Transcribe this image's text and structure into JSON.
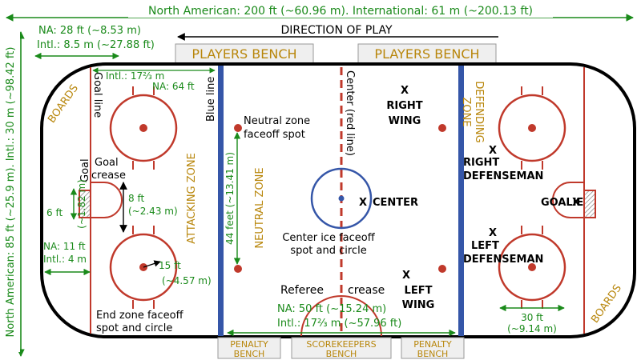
{
  "dimensions": {
    "length": "North American: 200 ft (~60.96 m). International: 61 m (~200.13 ft)",
    "width": "North American: 85 ft (~25.9 m). Intl.: 30 m (~98.42 ft)",
    "corner_na": "NA: 28 ft (~8.53 m)",
    "corner_intl": "Intl.: 8.5 m (~27.88 ft)",
    "goal_line_intl": "Intl.: 17⅔ m",
    "goal_line_na": "NA: 64 ft",
    "end_zone_na": "NA: 11 ft",
    "end_zone_intl": "Intl.: 4 m",
    "crease_width_a": "6 ft",
    "crease_width_b": "(~1.82 m)",
    "crease_dist_a": "8 ft",
    "crease_dist_b": "(~2.43 m)",
    "circle_radius_a": "15 ft",
    "circle_radius_b": "(~4.57 m)",
    "neutral_zone_width": "44 feet (~13.41 m)",
    "neutral_na": "NA: 50 ft (~15.24 m)",
    "neutral_intl": "Intl.: 17⅔ m (~57.96 ft)",
    "circle_diam_a": "30 ft",
    "circle_diam_b": "(~9.14 m)"
  },
  "labels": {
    "direction": "DIRECTION OF PLAY",
    "players_bench_left": "PLAYERS BENCH",
    "players_bench_right": "PLAYERS BENCH",
    "boards_left": "BOARDS",
    "boards_right": "BOARDS",
    "goal_line": "Goal line",
    "blue_line": "Blue line",
    "center_red_line": "Center (red line)",
    "neutral_faceoff_a": "Neutral zone",
    "neutral_faceoff_b": "faceoff spot",
    "goal": "Goal",
    "goal_crease_a": "Goal",
    "goal_crease_b": "crease",
    "attacking_zone": "ATTACKING ZONE",
    "neutral_zone": "NEUTRAL ZONE",
    "defending_zone_a": "DEFENDING",
    "defending_zone_b": "ZONE",
    "center_ice_a": "Center ice faceoff",
    "center_ice_b": "spot and circle",
    "referee_crease_a": "Referee",
    "referee_crease_b": "crease",
    "end_zone_a": "End zone faceoff",
    "end_zone_b": "spot and circle",
    "penalty_bench_left_a": "PENALTY",
    "penalty_bench_left_b": "BENCH",
    "scorekeepers_a": "SCOREKEEPERS",
    "scorekeepers_b": "BENCH",
    "penalty_bench_right_a": "PENALTY",
    "penalty_bench_right_b": "BENCH"
  },
  "positions": {
    "x": "X",
    "right_wing_a": "RIGHT",
    "right_wing_b": "WING",
    "center": "CENTER",
    "left_wing_a": "LEFT",
    "left_wing_b": "WING",
    "right_def_a": "RIGHT",
    "right_def_b": "DEFENSEMAN",
    "left_def_a": "LEFT",
    "left_def_b": "DEFENSEMAN",
    "goalie": "GOALIE"
  },
  "colors": {
    "red": "#c0392b",
    "blue": "#3556a8",
    "green": "#1a8a1a",
    "gold": "#b8860b"
  }
}
